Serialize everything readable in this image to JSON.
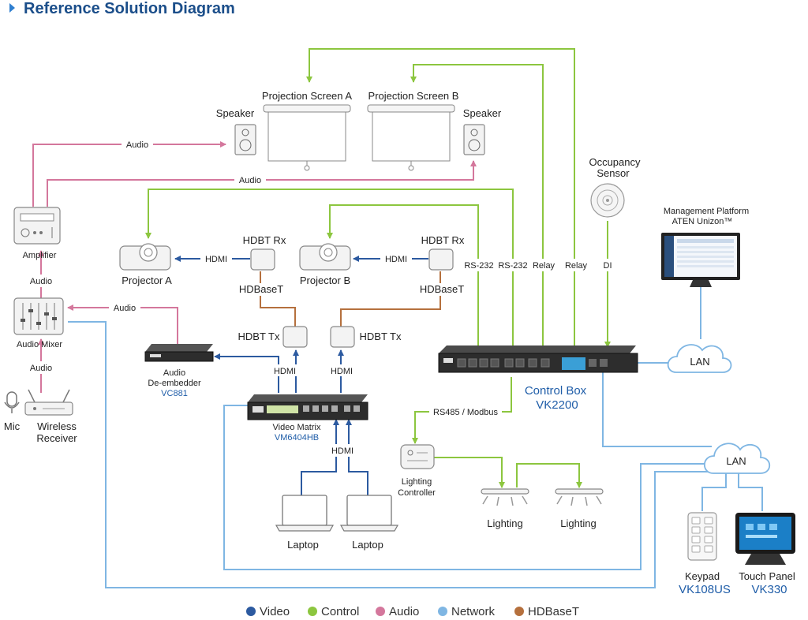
{
  "header": {
    "title": "Reference Solution Diagram"
  },
  "colors": {
    "video": "#2c5aa0",
    "control": "#8cc63f",
    "audio": "#d4779c",
    "network": "#7fb6e3",
    "hdbaset": "#b5703d",
    "title": "#1b4e8a"
  },
  "devices": {
    "screen_a": "Projection Screen A",
    "screen_b": "Projection Screen B",
    "speaker_left": "Speaker",
    "speaker_right": "Speaker",
    "amplifier": "Amplifier",
    "audio_mixer": "Audio Mixer",
    "mic": "Mic",
    "wireless_receiver_1": "Wireless",
    "wireless_receiver_2": "Receiver",
    "projector_a": "Projector A",
    "projector_b": "Projector B",
    "hdbt_rx_a": "HDBT Rx",
    "hdbt_rx_b": "HDBT Rx",
    "hdbt_tx_a": "HDBT Tx",
    "hdbt_tx_b": "HDBT Tx",
    "de_embedder_1": "Audio",
    "de_embedder_2": "De-embedder",
    "de_embedder_model": "VC881",
    "video_matrix": "Video Matrix",
    "video_matrix_model": "VM6404HB",
    "laptop_1": "Laptop",
    "laptop_2": "Laptop",
    "occupancy_1": "Occupancy",
    "occupancy_2": "Sensor",
    "mgmt_1": "Management Platform",
    "mgmt_2": "ATEN Unizon™",
    "control_box": "Control Box",
    "control_box_model": "VK2200",
    "lighting_controller_1": "Lighting",
    "lighting_controller_2": "Controller",
    "lighting_1": "Lighting",
    "lighting_2": "Lighting",
    "keypad": "Keypad",
    "keypad_model": "VK108US",
    "touch_panel": "Touch Panel",
    "touch_panel_model": "VK330",
    "lan_1": "LAN",
    "lan_2": "LAN"
  },
  "connections": {
    "audio_speaker_a": "Audio",
    "audio_speaker_b": "Audio",
    "audio_mixer_amp": "Audio",
    "audio_deembed_mixer": "Audio",
    "audio_receiver_mixer": "Audio",
    "hdmi_proj_a": "HDMI",
    "hdmi_proj_b": "HDMI",
    "hdbaset_a": "HDBaseT",
    "hdbaset_b": "HDBaseT",
    "hdmi_matrix_out_1": "HDMI",
    "hdmi_matrix_out_2": "HDMI",
    "hdmi_laptops": "HDMI",
    "rs232_1": "RS-232",
    "rs232_2": "RS-232",
    "relay_1": "Relay",
    "relay_2": "Relay",
    "di": "DI",
    "rs485": "RS485 / Modbus"
  },
  "legend": [
    {
      "label": "Video",
      "color": "#2c5aa0"
    },
    {
      "label": "Control",
      "color": "#8cc63f"
    },
    {
      "label": "Audio",
      "color": "#d4779c"
    },
    {
      "label": "Network",
      "color": "#7fb6e3"
    },
    {
      "label": "HDBaseT",
      "color": "#b5703d"
    }
  ]
}
